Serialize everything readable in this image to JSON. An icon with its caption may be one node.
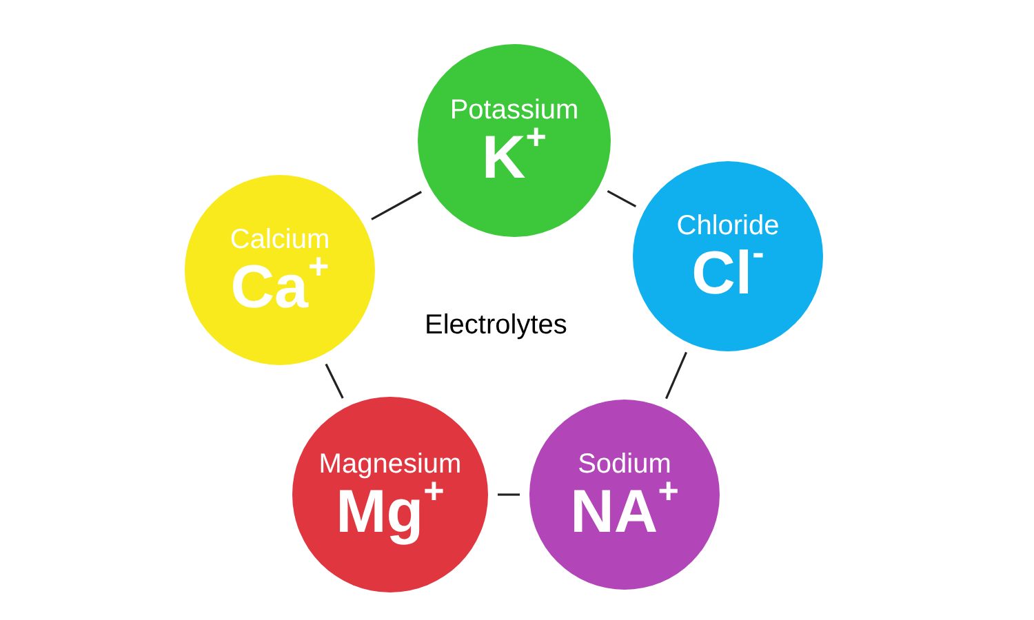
{
  "diagram": {
    "nodes": [
      {
        "text": [
          "Potassium",
          "K$^{+}$"
        ]
      },
      {
        "text": [
          "Chloride",
          "Cl$^{-}$"
        ]
      },
      {
        "text": [
          "Sodium",
          "NA$^{+}$"
        ]
      },
      {
        "text": [
          "Magnesium",
          "Mg$^{+}$"
        ]
      },
      {
        "text": [
          "Calcium",
          "Ca$^{+}$"
        ]
      }
    ],
    "edges": [
      {
        "from": 0,
        "to": 1,
        "arrow": "none"
      },
      {
        "from": 1,
        "to": 2,
        "arrow": "none"
      },
      {
        "from": 2,
        "to": 3,
        "arrow": "none"
      },
      {
        "from": 3,
        "to": 4,
        "arrow": "none"
      },
      {
        "from": 4,
        "to": 0,
        "arrow": "none"
      }
    ],
    "labels": [
      "Electrolytes"
    ]
  }
}
